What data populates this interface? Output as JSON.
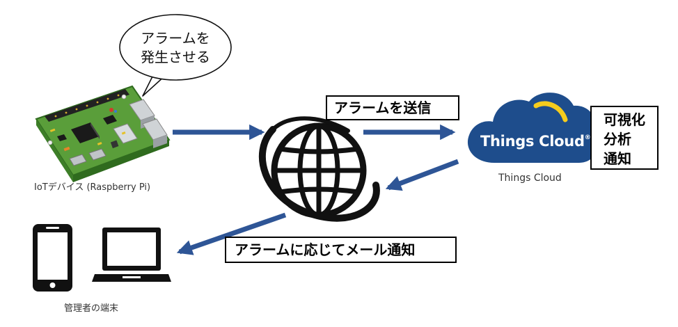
{
  "bubble": {
    "line1": "アラームを",
    "line2": "発生させる"
  },
  "device": {
    "caption": "IoTデバイス (Raspberry Pi)"
  },
  "terminals": {
    "caption": "管理者の端末"
  },
  "cloud": {
    "logo_text": "Things Cloud",
    "logo_mark": "®",
    "caption": "Things Cloud"
  },
  "labels": {
    "send_alarm": "アラームを送信",
    "analysis": [
      "可視化",
      "分析",
      "通知"
    ],
    "mail_notify": "アラームに応じてメール通知"
  },
  "colors": {
    "arrow": "#2e5596",
    "cloud": "#1e4d8c",
    "cloud_arc": "#f5cc1d",
    "board": "#5a9e3a"
  },
  "icons": [
    "raspberry-pi-board-icon",
    "globe-icon",
    "smartphone-icon",
    "laptop-icon",
    "cloud-icon"
  ]
}
